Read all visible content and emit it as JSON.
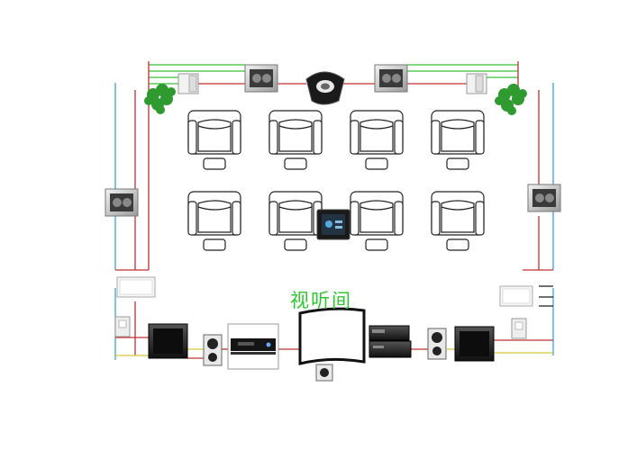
{
  "room": {
    "title": "视听间"
  },
  "colors": {
    "wire_red": "#c03030",
    "wire_green": "#39c03a",
    "wire_blue": "#3aa3e0",
    "wire_yellow": "#d8c63a",
    "chair_stroke": "#222222",
    "plant": "#2f9a2f",
    "title_green": "#2fc62f"
  },
  "icons": {
    "seat": "armchair-with-footrest",
    "speaker": "in-wall-speaker",
    "projector": "projector",
    "screen": "curved-projection-screen",
    "subwoofer": "subwoofer",
    "amplifier": "av-receiver",
    "player": "media-player",
    "touch_panel": "touch-control-panel",
    "plant": "potted-plant",
    "wall_panel": "wall-switch-panel"
  },
  "layout_info": {
    "seat_rows": 2,
    "seats_per_row": 4
  }
}
